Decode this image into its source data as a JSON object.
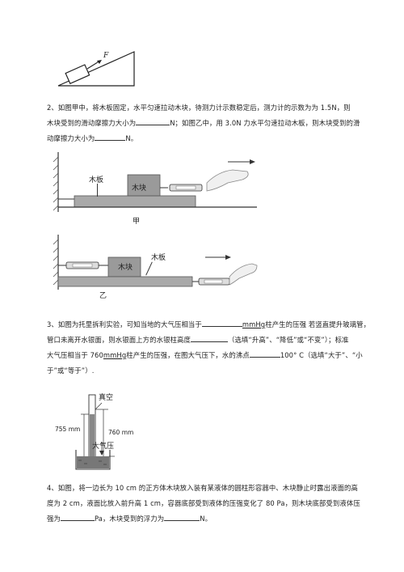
{
  "fig1": {
    "force_label": "F"
  },
  "q2": {
    "line1": "2、如图甲中，将木板固定，水平匀速拉动木块，待测力计示数稳定后，测力计的示数为为 1.5N，则",
    "line2a": "木块受到的滑动摩擦力大小为",
    "line2b": "N；如图乙中，用 3.0N 力水平匀速拉动木板，则木块受到的滑",
    "line3a": "动摩擦力大小为",
    "line3b": "N。"
  },
  "fig_jia": {
    "board_label": "木板",
    "block_label": "木块",
    "caption": "甲"
  },
  "fig_yi": {
    "board_label": "木板",
    "block_label": "木块",
    "caption": "乙"
  },
  "q3": {
    "line1a": "3、如图为托里拆利实验，可知当地的大气压相当于",
    "line1b": "mmHg",
    "line1c": "柱产生的压强 若竖直提升玻璃管，",
    "line2a": "管口未离开水银面，则水银面上方的水银柱高度",
    "line2b": "（选填“升高”、“降低”或“不变”）；标准",
    "line3a": "大气压相当于 760",
    "line3b": "mmHg",
    "line3c": "柱产生的压强，在图大气压下，水的沸点",
    "line3d": "100° C（选填“大于”、“小",
    "line4": "于”或“等于”）."
  },
  "fig_torricelli": {
    "vacuum_label": "真空",
    "height_755": "755 mm",
    "height_760": "760 mm",
    "atm_label": "大气压"
  },
  "q4": {
    "line1": "4、如图，将一边长为 10 cm 的正方体木块放入装有某液体的圆柱形容器中、木块静止时露出液面的高",
    "line2": "度为 2 cm，液面比放入前升高 1 cm，容器底部受到液体的压强变化了 80 Pa，则木块底部受到液体压",
    "line3a": "强为",
    "line3b": "Pa，木块受到的浮力为",
    "line3c": "N。"
  }
}
